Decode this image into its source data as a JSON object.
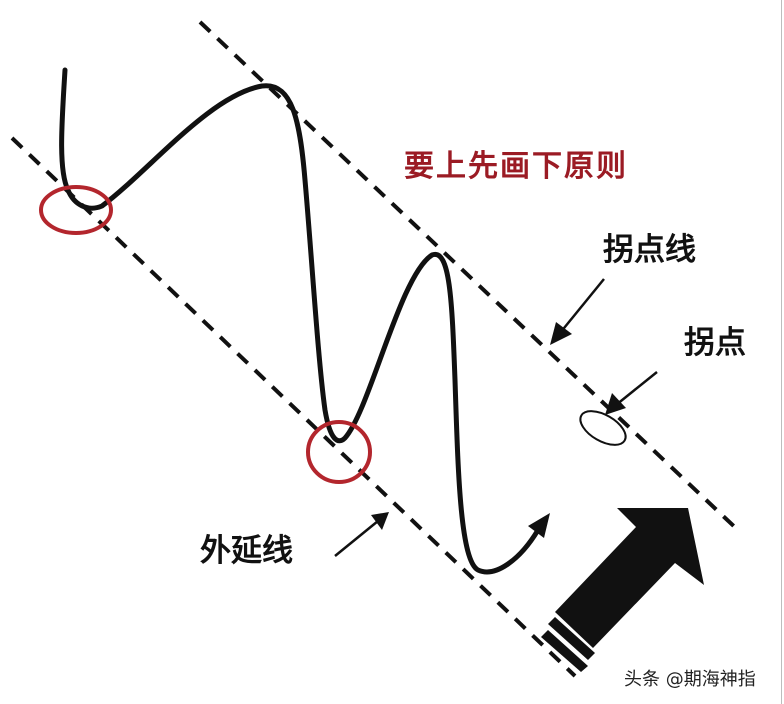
{
  "diagram": {
    "title": "要上先画下原则",
    "labels": {
      "pivot_line": "拐点线",
      "pivot_point": "拐点",
      "extension_line": "外延线"
    },
    "watermark": "头条 @期海神指",
    "colors": {
      "title": "#9b1b24",
      "circle_marker": "#b3262d",
      "line": "#111111",
      "background": "#ffffff"
    },
    "elements": [
      "upper-dashed-line (pivot line)",
      "lower-dashed-line (extension line)",
      "price-curve",
      "red-circle-marker-1",
      "red-circle-marker-2",
      "pivot-ellipse",
      "big-up-arrow"
    ]
  }
}
